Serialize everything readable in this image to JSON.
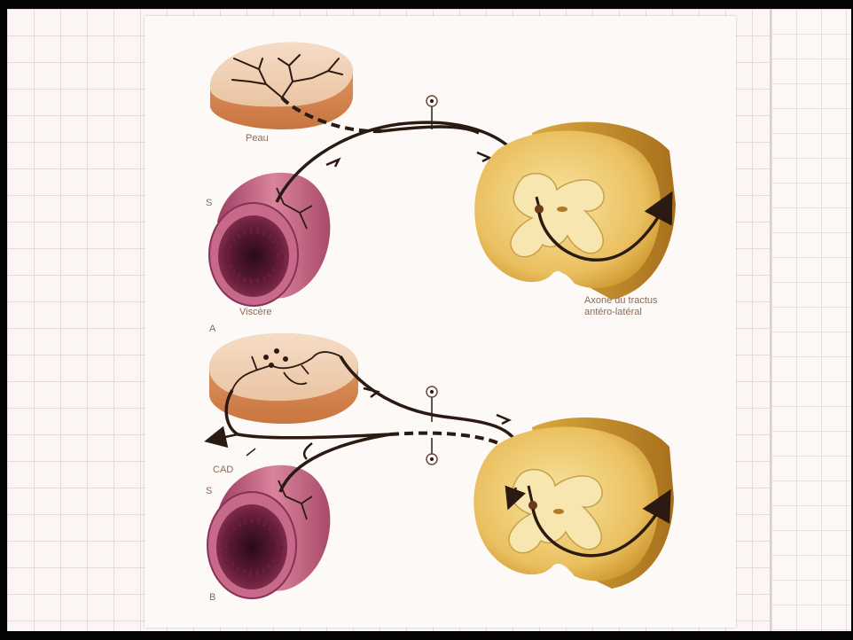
{
  "labels": {
    "peau": "Peau",
    "s_top": "S",
    "viscere": "Viscère",
    "a": "A",
    "axone_line1": "Axone du tractus",
    "axone_line2": "antéro-latéral",
    "cad": "CAD",
    "s_bottom": "S",
    "b": "B"
  },
  "colors": {
    "frame": "#050505",
    "grid_paper": "#fbf6f4",
    "plate": "#fdf9f6",
    "skin": "#e7a877",
    "viscera": "#b85575",
    "spinal_cord": "#ecc65a",
    "nerve": "#2a1a12",
    "label_text": "#8a6a5a"
  }
}
